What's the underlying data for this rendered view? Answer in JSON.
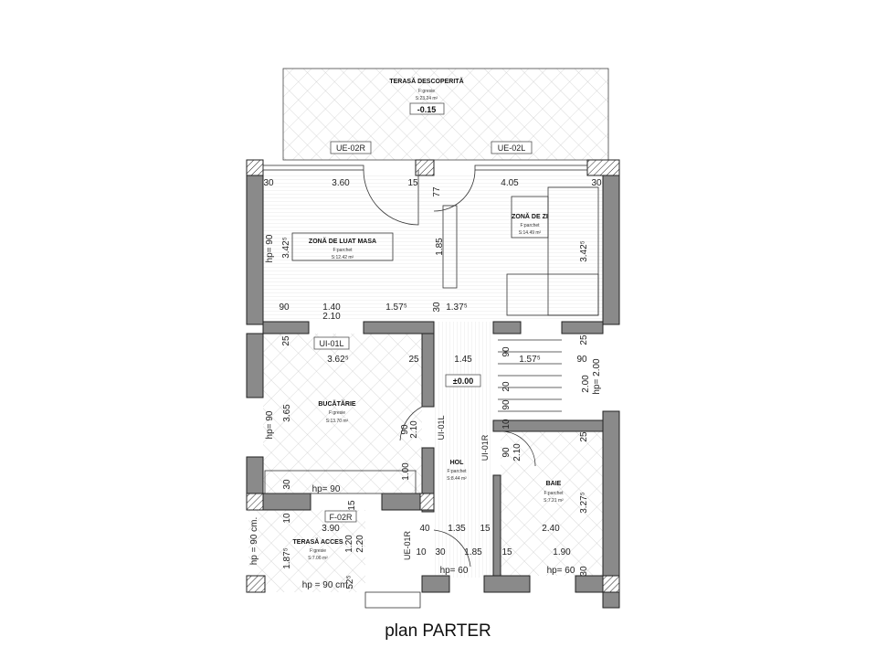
{
  "caption": "plan PARTER",
  "rooms": {
    "terasa_descoperita": {
      "name": "TERASĂ DESCOPERITĂ",
      "finish": "F:gresie",
      "area": "S:23.24 m²",
      "level": "-0.15"
    },
    "zona_luat_masa": {
      "name": "ZONĂ DE LUAT MASA",
      "finish": "F:parchet",
      "area": "S:12.42 m²"
    },
    "zona_de_zi": {
      "name": "ZONĂ DE ZI",
      "finish": "F:parchet",
      "area": "S:14.49 m²"
    },
    "bucatarie": {
      "name": "BUCĂTĂRIE",
      "finish": "F:gresie",
      "area": "S:13.70 m²"
    },
    "hol": {
      "name": "HOL",
      "finish": "F:parchet",
      "area": "S:8.44 m²",
      "level": "±0.00"
    },
    "baie": {
      "name": "BAIE",
      "finish": "F:parchet",
      "area": "S:7.21 m²"
    },
    "terasa_acces": {
      "name": "TERASĂ ACCES",
      "finish": "F:gresie",
      "area": "S:7.06 m²"
    }
  },
  "openings": [
    "UE-02R",
    "UE-02L",
    "UI-01L",
    "UI-01L",
    "UI-01R",
    "F-02R",
    "UE-01R"
  ],
  "sill_heights": [
    "hp= 90",
    "hp= 90",
    "hp= 90",
    "hp = 90 cm.",
    "hp = 90 cm.",
    "hp= 60",
    "hp= 60",
    "hp= 2.00"
  ],
  "dimensions": [
    "30",
    "3.60",
    "15",
    "77",
    "4.05",
    "30",
    "3.42⁵",
    "3.42⁵",
    "1.85",
    "90",
    "1.40",
    "2.10",
    "1.57⁵",
    "30",
    "1.37⁵",
    "25",
    "3.62⁵",
    "25",
    "1.45",
    "90",
    "1.57⁵",
    "90",
    "25",
    "2.00",
    "20",
    "90",
    "10",
    "3.65",
    "90",
    "2.10",
    "1.00",
    "30",
    "90",
    "2.10",
    "25",
    "3.27⁵",
    "15",
    "10",
    "3.90",
    "40",
    "1.35",
    "15",
    "2.40",
    "1.87⁵",
    "1.20",
    "2.20",
    "10",
    "30",
    "1.85",
    "15",
    "1.90",
    "30",
    "52⁵"
  ]
}
